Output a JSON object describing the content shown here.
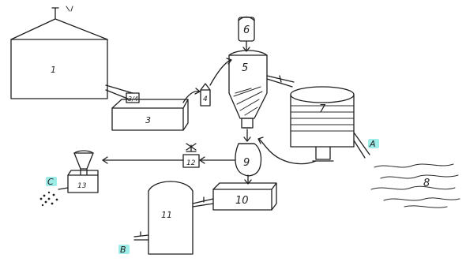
{
  "components": {
    "u1": "1",
    "u3": "3",
    "u4": "4",
    "u5": "5",
    "u6": "6",
    "u7": "7",
    "u8": "8",
    "u9": "9",
    "u10": "10",
    "u11": "11",
    "u12": "12",
    "u13": "13"
  },
  "streams": {
    "A": "A",
    "B": "B",
    "C": "C"
  },
  "colors": {
    "ink": "#1e1e1e",
    "highlight": "#7ee6e0"
  }
}
